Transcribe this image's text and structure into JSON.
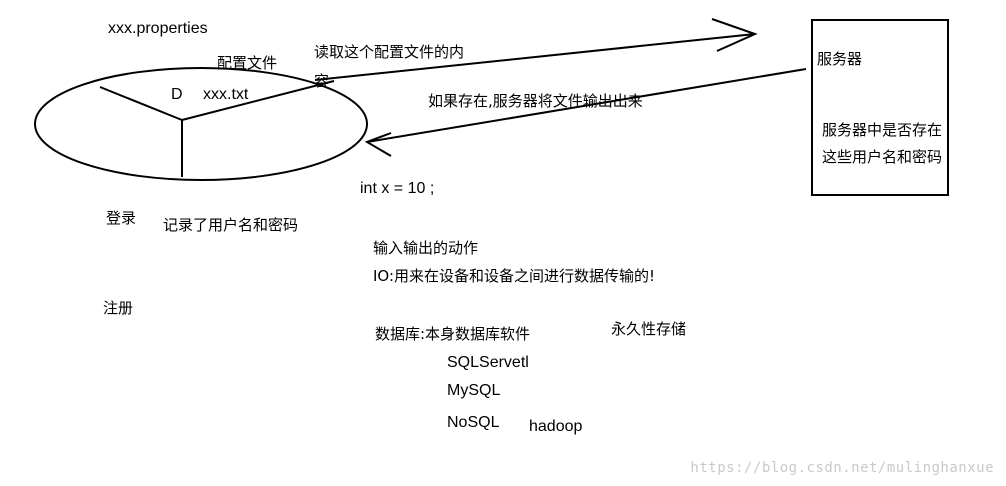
{
  "labels": {
    "properties_file": "xxx.properties",
    "config_file": "配置文件",
    "read_config": "读取这个配置文件的内",
    "read_config_wrap": "容",
    "disk_letter": "D",
    "txt_file": "xxx.txt",
    "if_exists": "如果存在,服务器将文件输出出来",
    "server": "服务器",
    "server_check": "服务器中是否存在这些用户名和密码",
    "int_decl": "int x = 10 ;",
    "login": "登录",
    "record": "记录了用户名和密码",
    "register": "注册",
    "io_action": "输入输出的动作",
    "io_desc": "IO:用来在设备和设备之间进行数据传输的!",
    "database": "数据库:本身数据库软件",
    "persistent": "永久性存储",
    "sqlserver": "SQLServetl",
    "mysql": "MySQL",
    "nosql": "NoSQL",
    "hadoop": "hadoop"
  },
  "watermark": "https://blog.csdn.net/mulinghanxue",
  "colors": {
    "ink": "#000000",
    "watermark": "#c9c9c9"
  }
}
